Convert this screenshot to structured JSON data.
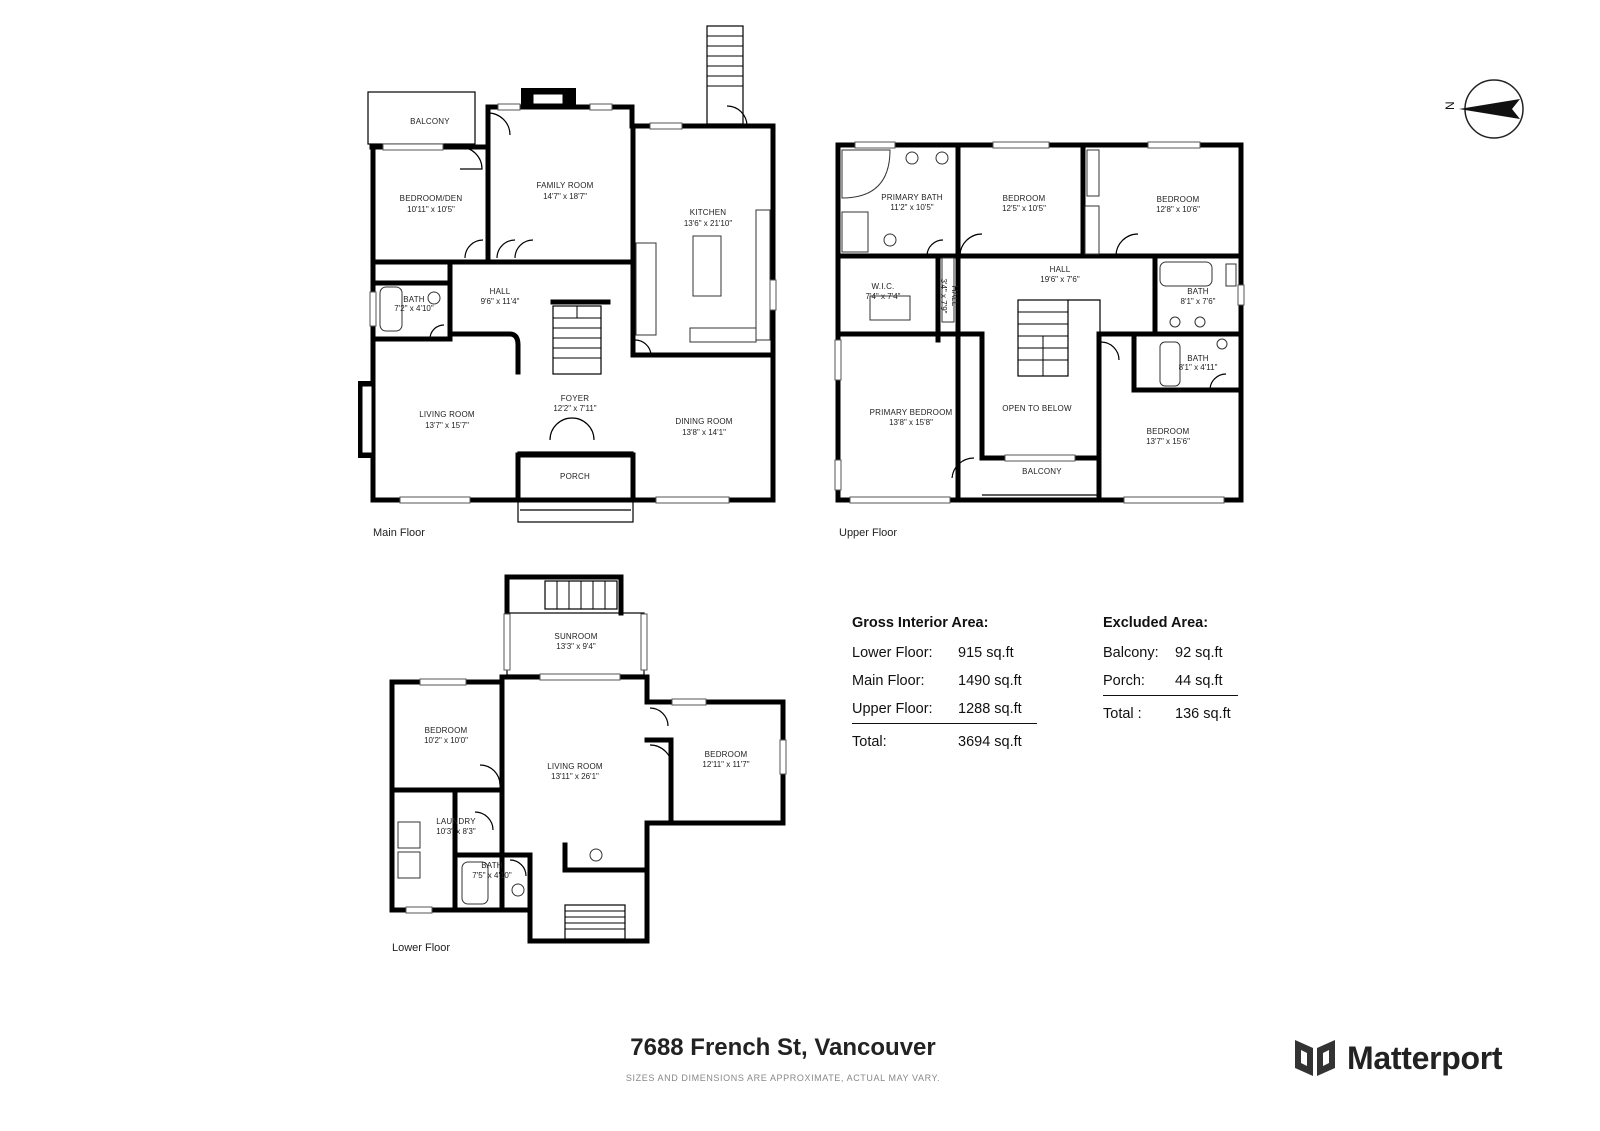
{
  "floors": {
    "main": {
      "label": "Main Floor",
      "rooms": {
        "balcony": {
          "name": "BALCONY",
          "dim": ""
        },
        "bedroom_den": {
          "name": "BEDROOM/DEN",
          "dim": "10'11\" x 10'5\""
        },
        "family_room": {
          "name": "FAMILY ROOM",
          "dim": "14'7\" x 18'7\""
        },
        "kitchen": {
          "name": "KITCHEN",
          "dim": "13'6\" x 21'10\""
        },
        "hall": {
          "name": "HALL",
          "dim": "9'6\" x 11'4\""
        },
        "bath": {
          "name": "BATH",
          "dim": "7'2\" x 4'10\""
        },
        "living_room": {
          "name": "LIVING ROOM",
          "dim": "13'7\" x 15'7\""
        },
        "foyer": {
          "name": "FOYER",
          "dim": "12'2\" x 7'11\""
        },
        "dining_room": {
          "name": "DINING ROOM",
          "dim": "13'8\" x 14'1\""
        },
        "porch": {
          "name": "PORCH",
          "dim": ""
        }
      }
    },
    "upper": {
      "label": "Upper Floor",
      "rooms": {
        "primary_bath": {
          "name": "PRIMARY BATH",
          "dim": "11'2\" x 10'5\""
        },
        "bedroom_a": {
          "name": "BEDROOM",
          "dim": "12'5\" x 10'5\""
        },
        "bedroom_b": {
          "name": "BEDROOM",
          "dim": "12'8\" x 10'6\""
        },
        "wic": {
          "name": "W.I.C.",
          "dim": "7'4\" x 7'4\""
        },
        "hall_small": {
          "name": "HALL",
          "dim": "3'4\" x 7'9\""
        },
        "hall": {
          "name": "HALL",
          "dim": "19'6\" x 7'6\""
        },
        "bath_a": {
          "name": "BATH",
          "dim": "8'1\" x 7'6\""
        },
        "bath_b": {
          "name": "BATH",
          "dim": "8'1\" x 4'11\""
        },
        "primary_bedroom": {
          "name": "PRIMARY BEDROOM",
          "dim": "13'8\" x 15'8\""
        },
        "open_to_below": {
          "name": "OPEN TO BELOW",
          "dim": ""
        },
        "bedroom_c": {
          "name": "BEDROOM",
          "dim": "13'7\" x 15'6\""
        },
        "balcony": {
          "name": "BALCONY",
          "dim": ""
        }
      }
    },
    "lower": {
      "label": "Lower Floor",
      "rooms": {
        "sunroom": {
          "name": "SUNROOM",
          "dim": "13'3\" x 9'4\""
        },
        "bedroom_a": {
          "name": "BEDROOM",
          "dim": "10'2\" x 10'0\""
        },
        "living_room": {
          "name": "LIVING ROOM",
          "dim": "13'11\" x 26'1\""
        },
        "bedroom_b": {
          "name": "BEDROOM",
          "dim": "12'11\" x 11'7\""
        },
        "laundry": {
          "name": "LAUNDRY",
          "dim": "10'3\" x 8'3\""
        },
        "bath": {
          "name": "BATH",
          "dim": "7'5\" x 4'10\""
        }
      }
    }
  },
  "gross_area": {
    "title": "Gross Interior Area:",
    "rows": [
      {
        "label": "Lower Floor:",
        "value": "915 sq.ft"
      },
      {
        "label": "Main Floor:",
        "value": "1490 sq.ft"
      },
      {
        "label": "Upper Floor:",
        "value": "1288 sq.ft"
      }
    ],
    "total_label": "Total:",
    "total_value": "3694 sq.ft"
  },
  "excluded_area": {
    "title": "Excluded Area:",
    "rows": [
      {
        "label": "Balcony:",
        "value": "92 sq.ft"
      },
      {
        "label": "Porch:",
        "value": "44 sq.ft"
      }
    ],
    "total_label": "Total :",
    "total_value": "136 sq.ft"
  },
  "compass": {
    "label": "N",
    "icon": "north-arrow-icon"
  },
  "address": "7688 French St, Vancouver",
  "disclaimer": "SIZES AND DIMENSIONS ARE APPROXIMATE, ACTUAL MAY VARY.",
  "brand": {
    "name": "Matterport",
    "icon": "matterport-logo-icon"
  }
}
